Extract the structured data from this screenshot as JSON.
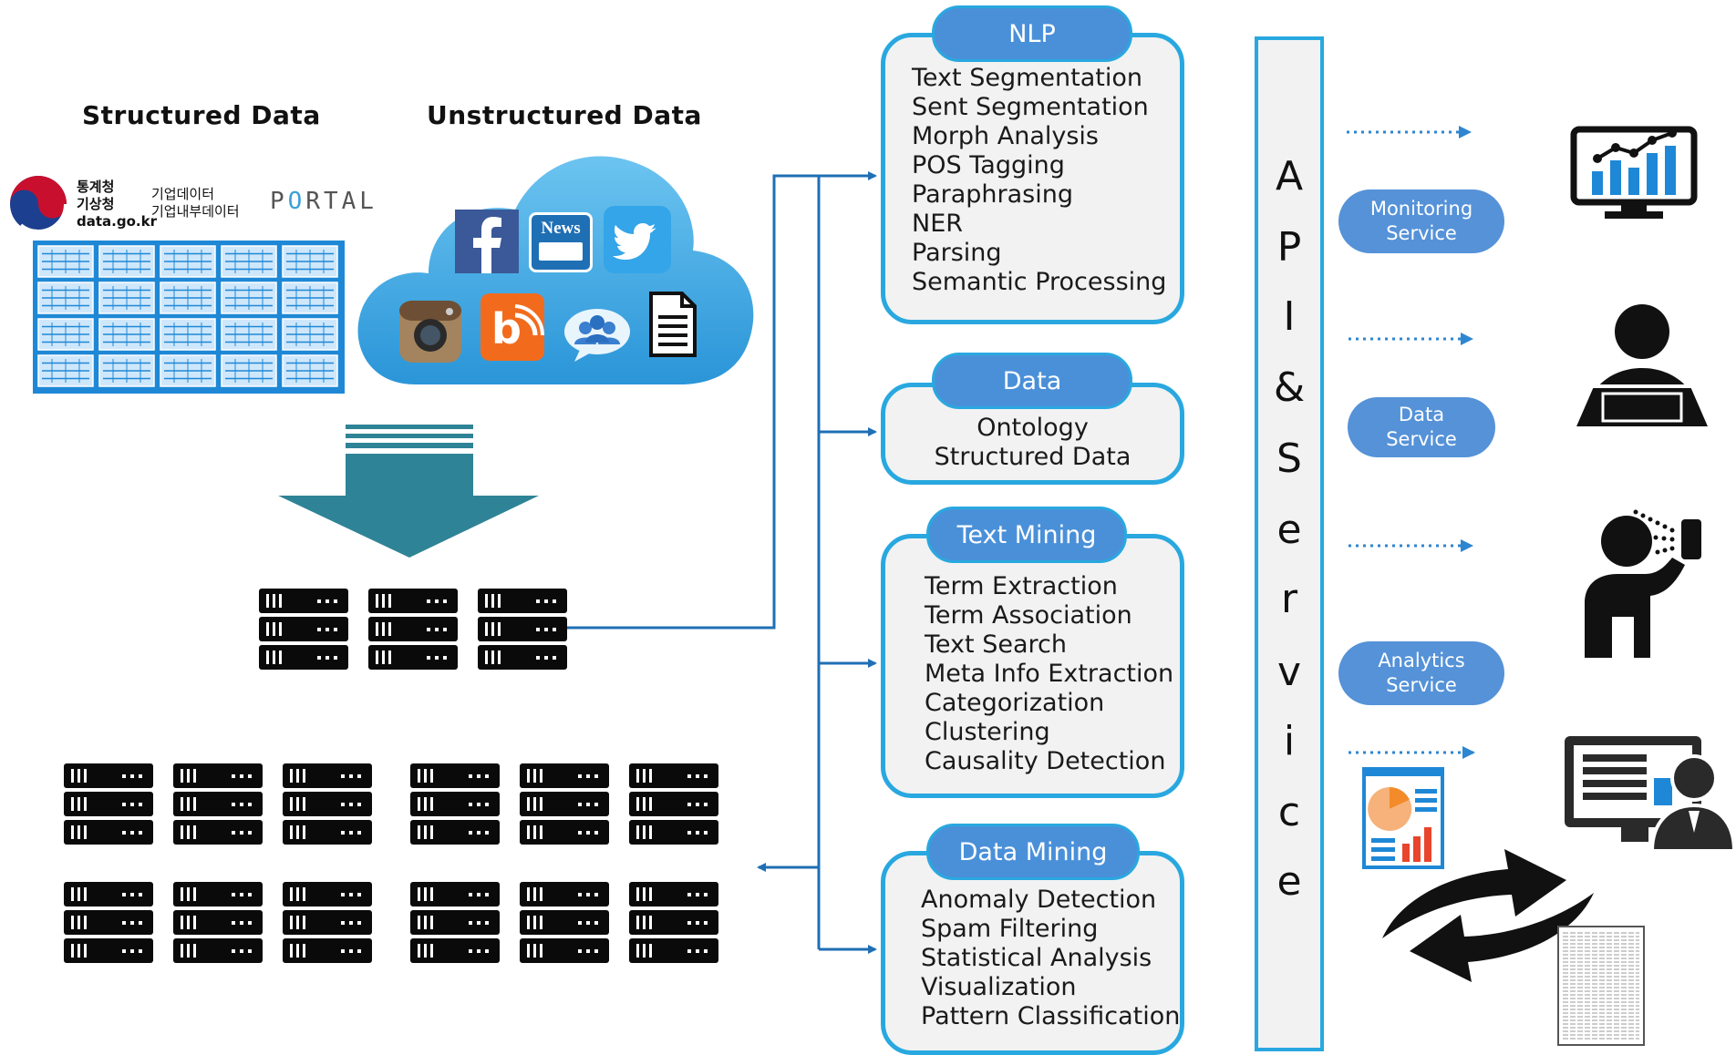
{
  "structured": {
    "title": "Structured Data",
    "logo_line1": "통계청",
    "logo_line2": "기상청",
    "logo_line3": "data.go.kr",
    "corp_line1": "기업데이터",
    "corp_line2": "기업내부데이터",
    "portal_p": "P",
    "portal_o": "O",
    "portal_rest": "RTAL"
  },
  "unstructured": {
    "title": "Unstructured Data",
    "news_label": "News"
  },
  "modules": {
    "nlp": {
      "title": "NLP",
      "items": [
        "Text Segmentation",
        "Sent Segmentation",
        "Morph Analysis",
        "POS Tagging",
        "Paraphrasing",
        "NER",
        "Parsing",
        "Semantic Processing"
      ]
    },
    "data": {
      "title": "Data",
      "items": [
        "Ontology",
        "Structured Data"
      ]
    },
    "text_mining": {
      "title": "Text Mining",
      "items": [
        "Term Extraction",
        "Term Association",
        "Text Search",
        "Meta Info Extraction",
        "Categorization",
        "Clustering",
        "Causality Detection"
      ]
    },
    "data_mining": {
      "title": "Data Mining",
      "items": [
        "Anomaly Detection",
        "Spam Filtering",
        "Statistical Analysis",
        "Visualization",
        "Pattern Classification"
      ]
    }
  },
  "api": {
    "letters": [
      "A",
      "P",
      "I",
      "&",
      "S",
      "e",
      "r",
      "v",
      "i",
      "c",
      "e"
    ]
  },
  "services": {
    "monitoring": {
      "line1": "Monitoring",
      "line2": "Service"
    },
    "data": {
      "line1": "Data",
      "line2": "Service"
    },
    "analytics": {
      "line1": "Analytics",
      "line2": "Service"
    }
  },
  "icons": {
    "government_logo": "taegeuk-icon",
    "facebook": "facebook-icon",
    "news": "news-icon",
    "twitter": "twitter-icon",
    "instagram": "instagram-icon",
    "blog": "blog-icon",
    "community": "chat-people-icon",
    "document": "document-icon",
    "monitor_chart": "monitor-chart-icon",
    "laptop_user": "laptop-user-icon",
    "phone_user": "phone-user-icon",
    "report": "report-icon",
    "desktop_user": "desktop-user-icon",
    "sync_arrows": "sync-arrows-icon",
    "table_doc": "table-document-icon"
  },
  "colors": {
    "accent_border": "#29a8e0",
    "pill_fill": "#4a90d9",
    "service_fill": "#5592d8",
    "connector": "#1f6fb5",
    "down_arrow": "#2f8396",
    "grid_blue": "#1e88d6"
  }
}
